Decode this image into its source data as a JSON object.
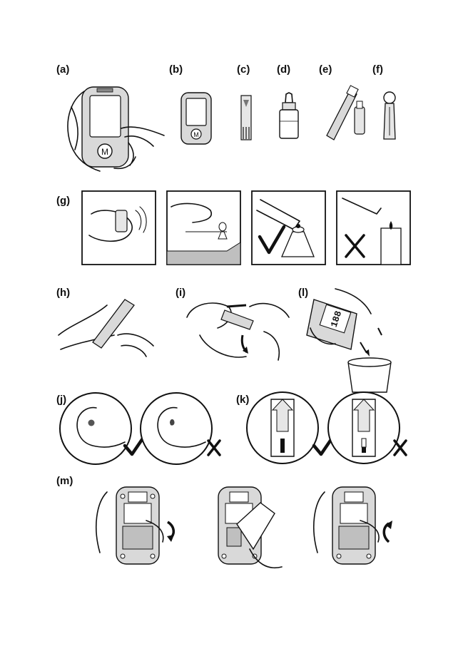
{
  "labels": {
    "a": "(a)",
    "b": "(b)",
    "c": "(c)",
    "d": "(d)",
    "e": "(e)",
    "f": "(f)",
    "g": "(g)",
    "h": "(h)",
    "i": "(i)",
    "l": "(l)",
    "j": "(j)",
    "k": "(k)",
    "m": "(m)"
  },
  "meter_logo": "M",
  "meter_display": "188"
}
